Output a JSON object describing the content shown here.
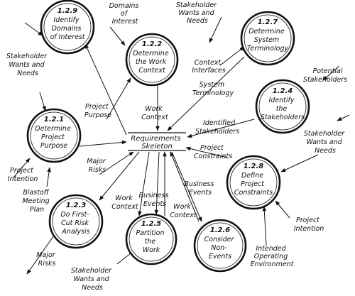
{
  "processes": [
    {
      "id": "p129",
      "number": "1.2.9",
      "lines": [
        "Identify",
        "Domains",
        "of Interest"
      ]
    },
    {
      "id": "p122",
      "number": "1.2.2",
      "lines": [
        "Determine",
        "the Work",
        "Context"
      ]
    },
    {
      "id": "p127",
      "number": "1.2.7",
      "lines": [
        "Determine",
        "System",
        "Terminology"
      ]
    },
    {
      "id": "p124",
      "number": "1.2.4",
      "lines": [
        "Identify",
        "the",
        "Stakeholders"
      ]
    },
    {
      "id": "p121",
      "number": "1.2.1",
      "lines": [
        "Determine",
        "Project",
        "Purpose"
      ]
    },
    {
      "id": "p128",
      "number": "1.2.8",
      "lines": [
        "Define",
        "Project",
        "Constraints"
      ]
    },
    {
      "id": "p123",
      "number": "1.2.3",
      "lines": [
        "Do First-",
        "Cut Risk",
        "Analysis"
      ]
    },
    {
      "id": "p125",
      "number": "1.2.5",
      "lines": [
        "Partition",
        "the",
        "Work"
      ]
    },
    {
      "id": "p126",
      "number": "1.2.6",
      "lines": [
        "Consider",
        "Non-",
        "Events"
      ]
    }
  ],
  "store": {
    "lines": [
      "Requirements",
      "Skeleton"
    ]
  },
  "flows": [
    {
      "id": "f1",
      "lines": [
        "Domains",
        "of",
        "Interest"
      ]
    },
    {
      "id": "f2",
      "lines": [
        "Stakeholder",
        "Wants and",
        "Needs"
      ]
    },
    {
      "id": "f3",
      "lines": [
        "Stakeholder",
        "Wants and",
        "Needs"
      ]
    },
    {
      "id": "f4",
      "lines": [
        "Context",
        "Interfaces"
      ]
    },
    {
      "id": "f5",
      "lines": [
        "Potential",
        "Stakeholders"
      ]
    },
    {
      "id": "f6",
      "lines": [
        "System",
        "Terminology"
      ]
    },
    {
      "id": "f7",
      "lines": [
        "Project",
        "Purpose"
      ]
    },
    {
      "id": "f8",
      "lines": [
        "Work",
        "Context"
      ]
    },
    {
      "id": "f9",
      "lines": [
        "Identified",
        "Stakeholders"
      ]
    },
    {
      "id": "f10",
      "lines": [
        "Stakeholder",
        "Wants and",
        "Needs"
      ]
    },
    {
      "id": "f11",
      "lines": [
        "Project",
        "Constraints"
      ]
    },
    {
      "id": "f12",
      "lines": [
        "Major",
        "Risks"
      ]
    },
    {
      "id": "f13",
      "lines": [
        "Project",
        "Intention"
      ]
    },
    {
      "id": "f14",
      "lines": [
        "Blastoff",
        "Meeting",
        "Plan"
      ]
    },
    {
      "id": "f15",
      "lines": [
        "Work",
        "Context"
      ]
    },
    {
      "id": "f16",
      "lines": [
        "Business",
        "Events"
      ]
    },
    {
      "id": "f17",
      "lines": [
        "Business",
        "Events"
      ]
    },
    {
      "id": "f18",
      "lines": [
        "Work",
        "Context"
      ]
    },
    {
      "id": "f19",
      "lines": [
        "Project",
        "Intention"
      ]
    },
    {
      "id": "f20",
      "lines": [
        "Intended",
        "Operating",
        "Environment"
      ]
    },
    {
      "id": "f21",
      "lines": [
        "Major",
        "Risks"
      ]
    },
    {
      "id": "f22",
      "lines": [
        "Stakeholder",
        "Wants and",
        "Needs"
      ]
    }
  ]
}
